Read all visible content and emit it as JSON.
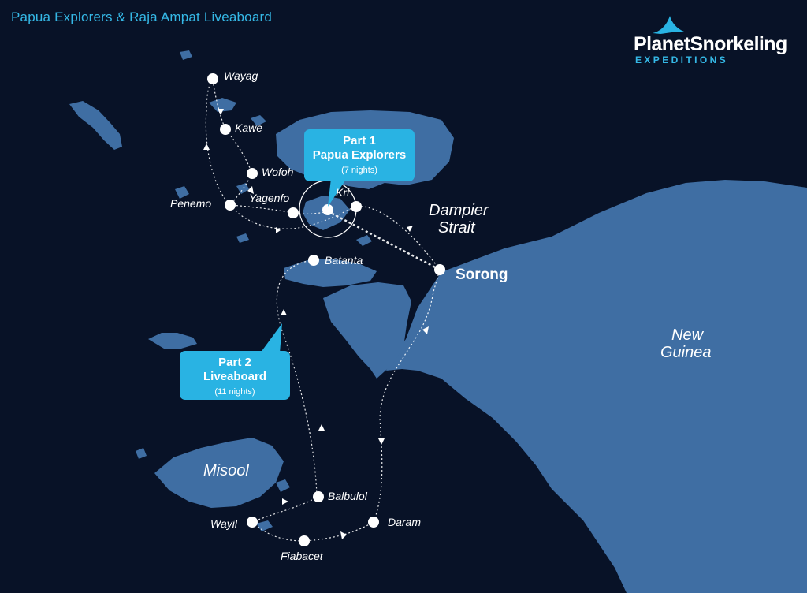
{
  "title": "Papua Explorers & Raja Ampat Liveaboard",
  "logo": {
    "brand": "PlanetSnorkeling",
    "subtitle": "EXPEDITIONS",
    "icon": "manta-ray-fin-icon"
  },
  "callouts": {
    "part1": {
      "line1": "Part 1",
      "line2": "Papua Explorers",
      "nights": "(7 nights)"
    },
    "part2": {
      "line1": "Part 2",
      "line2": "Liveaboard",
      "nights": "(11 nights)"
    }
  },
  "stops": {
    "wayag": "Wayag",
    "kawe": "Kawe",
    "wofoh": "Wofoh",
    "penemo": "Penemo",
    "yagenfo": "Yagenfo",
    "kri": "Kri",
    "batanta": "Batanta",
    "sorong": "Sorong",
    "balbulol": "Balbulol",
    "wayil": "Wayil",
    "fiabacet": "Fiabacet",
    "daram": "Daram"
  },
  "regions": {
    "dampier_line1": "Dampier",
    "dampier_line2": "Strait",
    "new_guinea_line1": "New",
    "new_guinea_line2": "Guinea",
    "misool": "Misool"
  },
  "colors": {
    "sea": "#081227",
    "land": "#3f6ea3",
    "accent": "#29b3e3",
    "route": "#ffffff"
  }
}
